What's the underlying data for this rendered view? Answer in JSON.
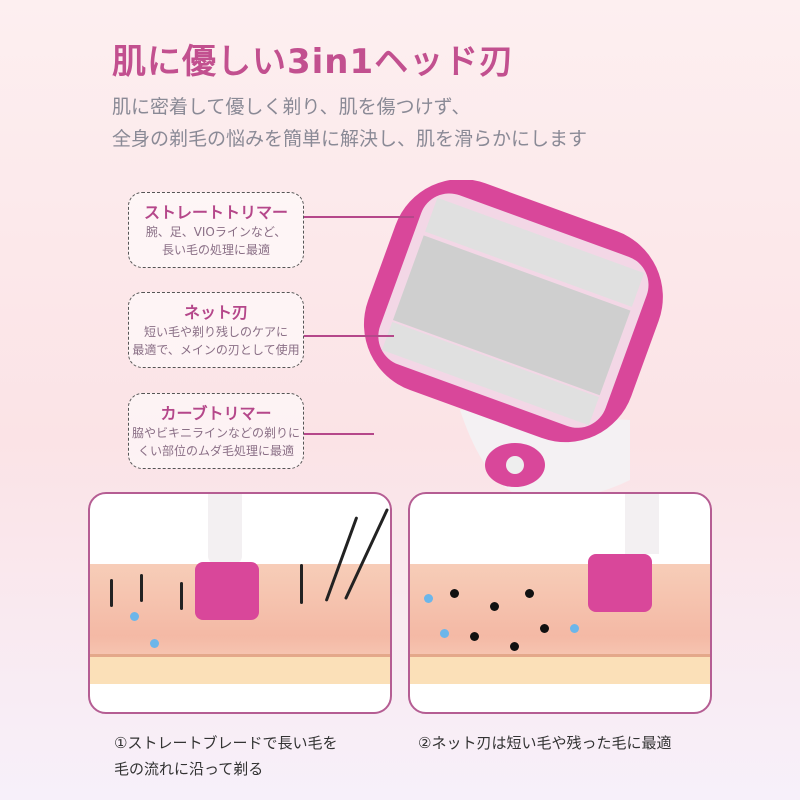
{
  "title": "肌に優しい3in1ヘッド刃",
  "subtitle": [
    "肌に密着して優しく剃り、肌を傷つけず、",
    "全身の剃毛の悩みを簡単に解決し、肌を滑らかにします"
  ],
  "callouts": [
    {
      "heading": "ストレートトリマー",
      "lines": [
        "腕、足、VIOラインなど、",
        "長い毛の処理に最適"
      ]
    },
    {
      "heading": "ネット刃",
      "lines": [
        "短い毛や剃り残しのケアに",
        "最適で、メインの刃として使用"
      ]
    },
    {
      "heading": "カーブトリマー",
      "lines": [
        "脇やビキニラインなどの剃りに",
        "くい部位のムダ毛処理に最適"
      ]
    }
  ],
  "captions": [
    {
      "lines": [
        "①ストレートブレードで長い毛を",
        "毛の流れに沿って剃る"
      ]
    },
    {
      "lines": [
        "②ネット刃は短い毛や残った毛に最適"
      ]
    }
  ],
  "colors": {
    "accent": "#c2508f",
    "device_pink": "#d9479a"
  }
}
